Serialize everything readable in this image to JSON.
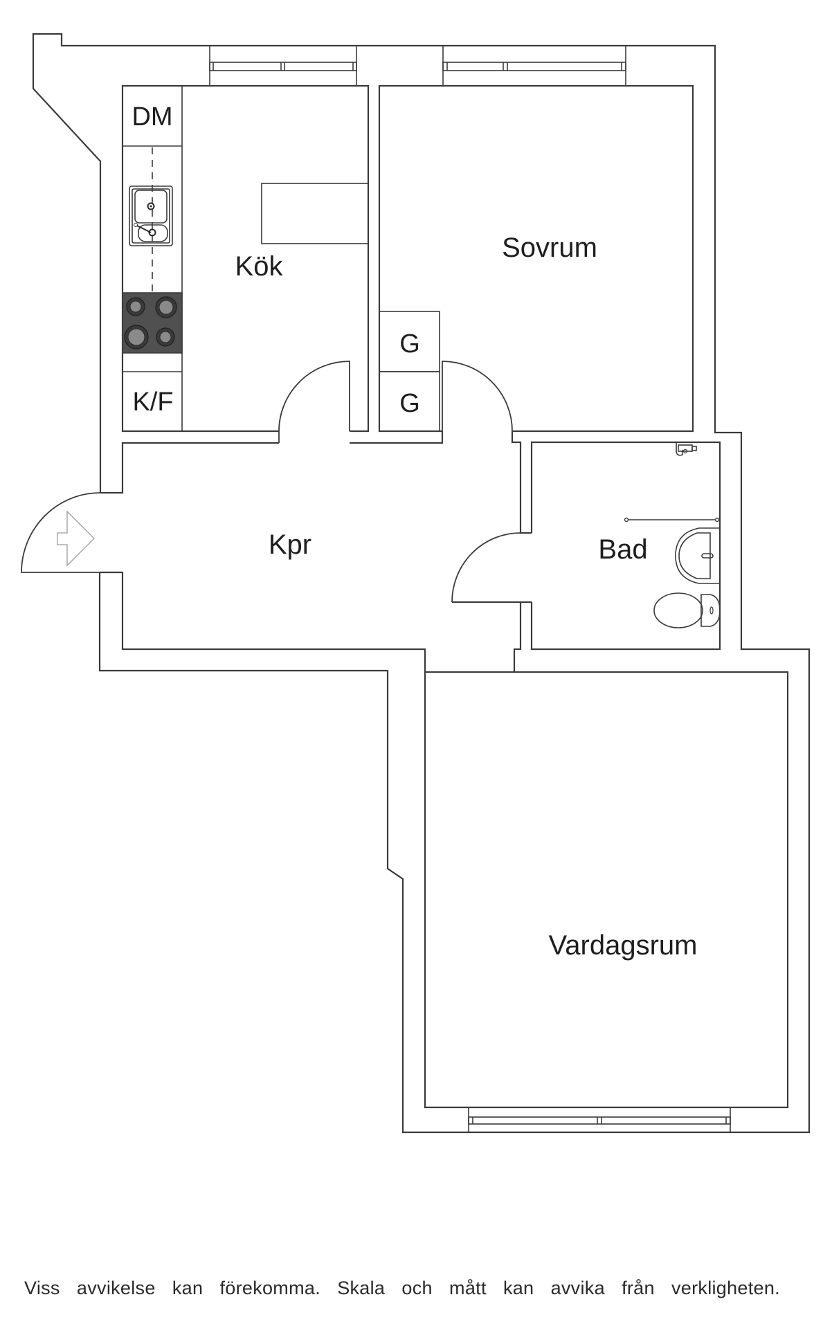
{
  "plan": {
    "rooms": [
      {
        "id": "kitchen",
        "label": "Kök"
      },
      {
        "id": "bedroom",
        "label": "Sovrum"
      },
      {
        "id": "hall",
        "label": "Kpr"
      },
      {
        "id": "bathroom",
        "label": "Bad"
      },
      {
        "id": "living-room",
        "label": "Vardagsrum"
      }
    ],
    "fixtures": {
      "dishwasher": "DM",
      "fridge_freezer": "K/F",
      "wardrobe_1": "G",
      "wardrobe_2": "G"
    },
    "icons": [
      "entrance-arrow-icon",
      "sink-icon",
      "stove-icon",
      "washbasin-icon",
      "toilet-icon",
      "shower-mixer-icon",
      "towel-rail-icon",
      "window-icon",
      "door-swing-icon"
    ],
    "colors": {
      "walls": "#3a3a3a",
      "stove": "#505050",
      "background": "#ffffff",
      "entrance_arrow": "#9a9a9a"
    }
  },
  "footer": {
    "disclaimer": "Viss avvikelse kan förekomma. Skala och mått kan avvika från verkligheten."
  }
}
